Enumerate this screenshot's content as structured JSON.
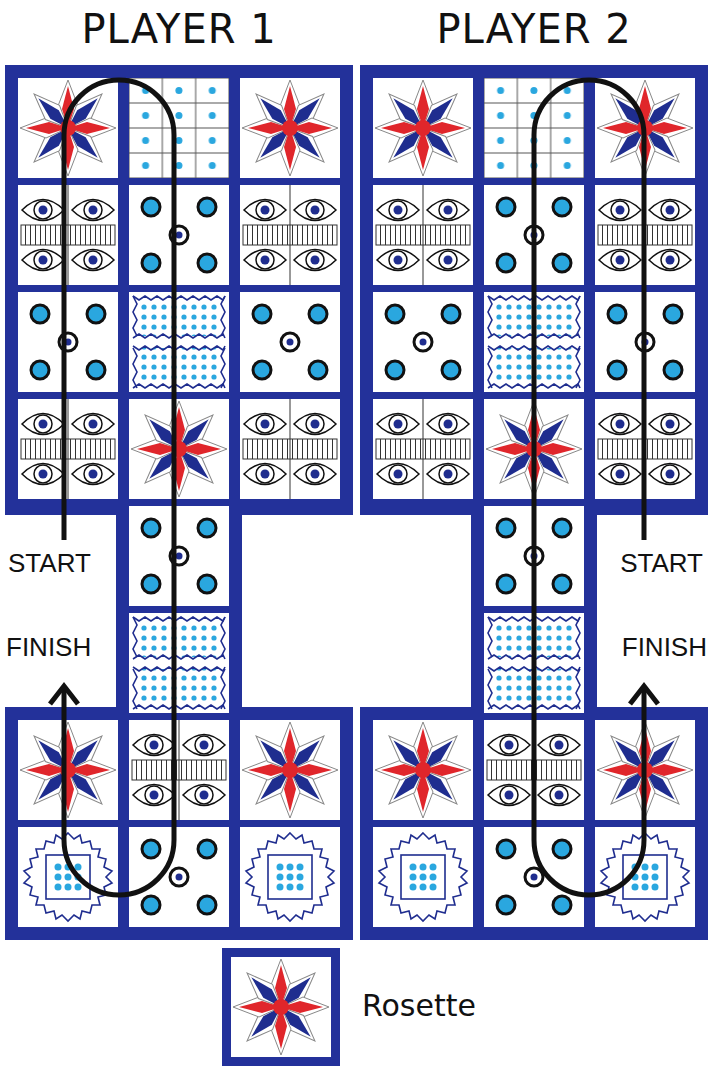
{
  "diagram": {
    "nodes": [
      {
        "text": [
          "PLAYER 1"
        ]
      },
      {
        "text": [
          "PLAYER 2"
        ]
      }
    ],
    "labels": [
      "START",
      "FINISH",
      "START",
      "FINISH"
    ],
    "legend": [
      {
        "text": "Rosette"
      }
    ]
  }
}
